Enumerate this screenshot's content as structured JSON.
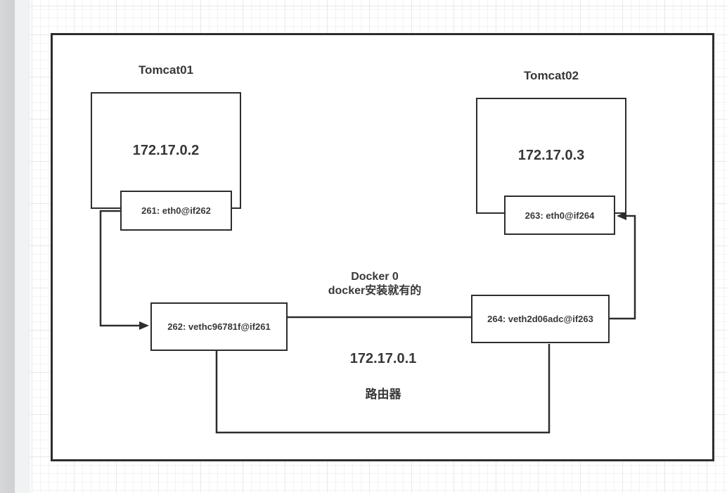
{
  "diagram": {
    "colors": {
      "line": "#2d2d2d",
      "text": "#383838"
    },
    "tomcat01": {
      "title": "Tomcat01",
      "ip": "172.17.0.2",
      "interface": "261: eth0@if262"
    },
    "tomcat02": {
      "title": "Tomcat02",
      "ip": "172.17.0.3",
      "interface": "263: eth0@if264"
    },
    "veth01": {
      "label": "262: vethc96781f@if261"
    },
    "veth02": {
      "label": "264: veth2d06adc@if263"
    },
    "bridge": {
      "name": "Docker 0",
      "note": "docker安装就有的",
      "ip": "172.17.0.1",
      "role": "路由器"
    }
  }
}
